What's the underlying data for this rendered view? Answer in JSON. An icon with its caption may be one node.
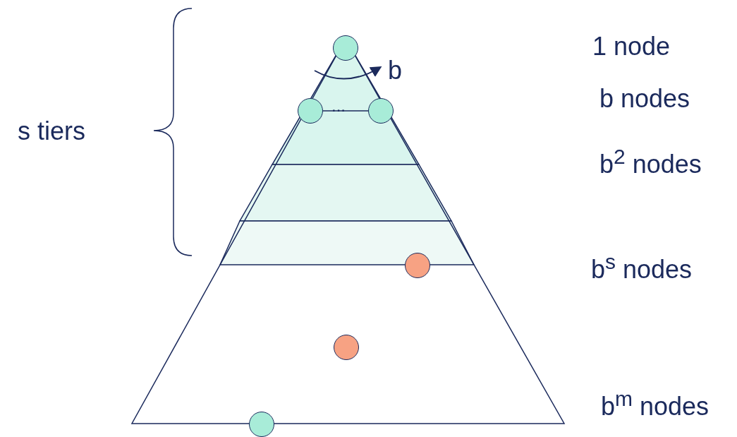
{
  "diagram": {
    "nodes": [
      {
        "text": [],
        "shape": "circle"
      },
      {
        "text": [],
        "shape": "circle"
      },
      {
        "text": [],
        "shape": "circle"
      },
      {
        "text": [],
        "shape": "circle"
      },
      {
        "text": [],
        "shape": "circle"
      },
      {
        "text": [],
        "shape": "circle"
      }
    ],
    "edges": [
      {
        "from": 1,
        "to": 2,
        "arrow": "none"
      }
    ],
    "labels": [
      "s tiers",
      "1 node",
      "b",
      "b nodes",
      "...",
      "b$^{2}$ nodes",
      "b$^{s}$ nodes",
      "b$^{m}$ nodes"
    ]
  }
}
